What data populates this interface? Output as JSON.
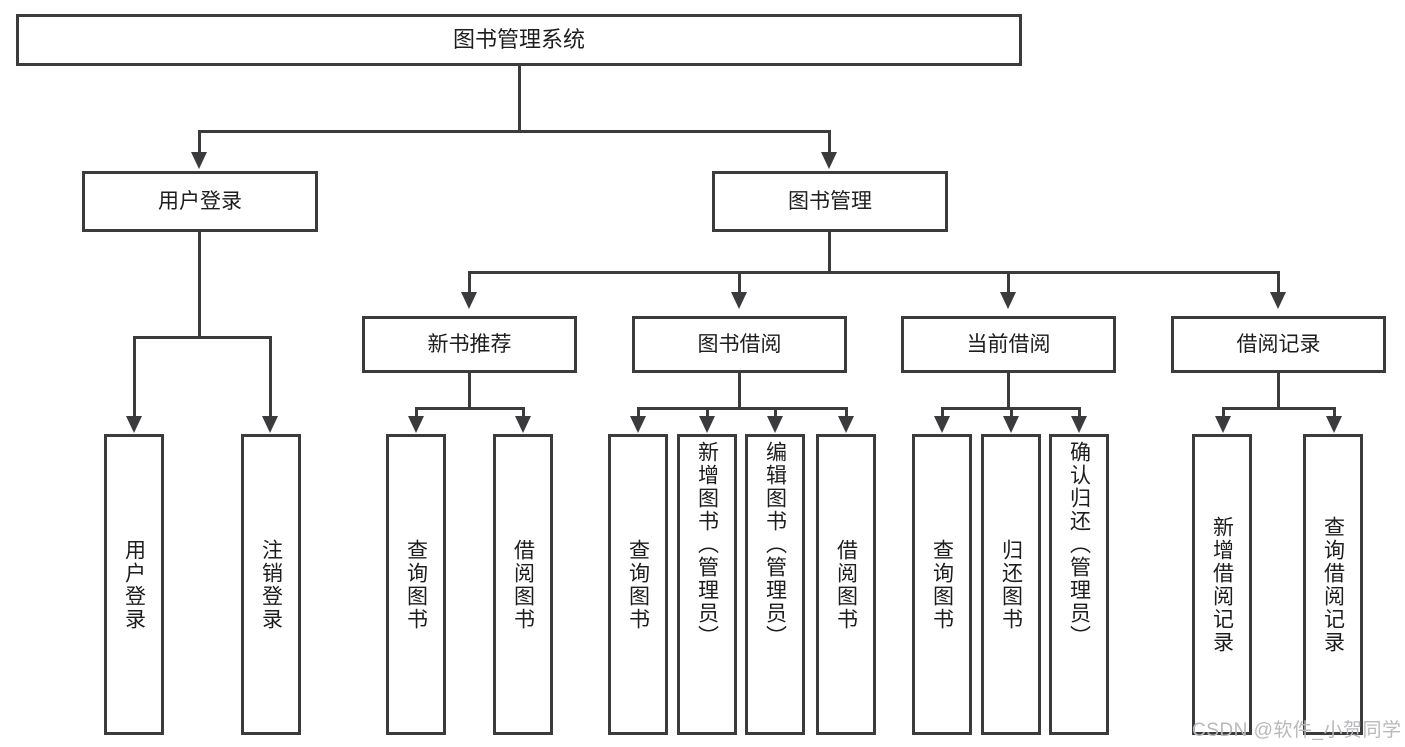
{
  "diagram": {
    "title": "图书管理系统",
    "type": "功能结构图",
    "watermark": "CSDN @软件_小贺同学",
    "colors": {
      "stroke": "#3b3b3d",
      "fill": "#ffffff",
      "text": "#1d1d1f",
      "watermark": "#b9b9bb"
    }
  },
  "nodes": {
    "root": {
      "label": "图书管理系统"
    },
    "level2": [
      {
        "label": "用户登录"
      },
      {
        "label": "图书管理"
      }
    ],
    "level3": [
      {
        "label": "新书推荐"
      },
      {
        "label": "图书借阅"
      },
      {
        "label": "当前借阅"
      },
      {
        "label": "借阅记录"
      }
    ],
    "leaves": {
      "user_login": [
        {
          "label": "用户登录"
        },
        {
          "label": "注销登录"
        }
      ],
      "new_book_recommend": [
        {
          "label": "查询图书"
        },
        {
          "label": "借阅图书"
        }
      ],
      "book_borrow": [
        {
          "label": "查询图书"
        },
        {
          "label": "新增图书（管理员）"
        },
        {
          "label": "编辑图书（管理员）"
        },
        {
          "label": "借阅图书"
        }
      ],
      "current_borrow": [
        {
          "label": "查询图书"
        },
        {
          "label": "归还图书"
        },
        {
          "label": "确认归还（管理员）"
        }
      ],
      "borrow_record": [
        {
          "label": "新增借阅记录"
        },
        {
          "label": "查询借阅记录"
        }
      ]
    }
  }
}
